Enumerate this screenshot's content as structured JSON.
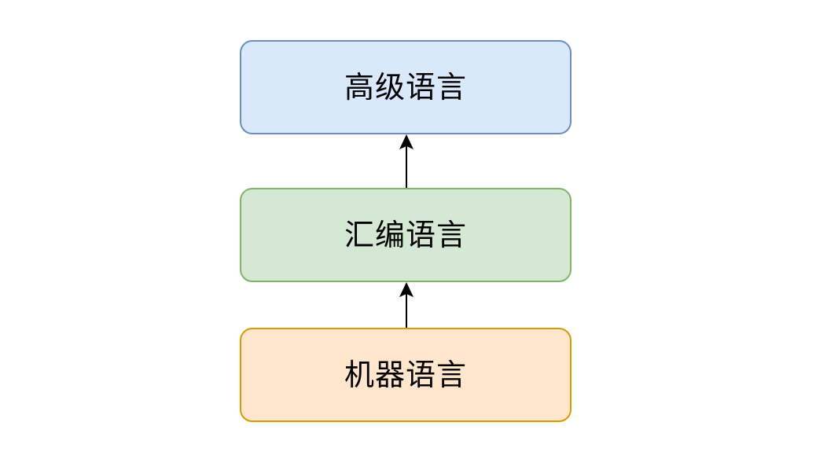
{
  "nodes": {
    "high": {
      "label": "高级语言",
      "fill": "#dae8fc",
      "stroke": "#6c8ebf"
    },
    "asm": {
      "label": "汇编语言",
      "fill": "#d5e8d4",
      "stroke": "#82b366"
    },
    "machine": {
      "label": "机器语言",
      "fill": "#ffe6cc",
      "stroke": "#d79b00"
    }
  },
  "edges": [
    {
      "from": "machine",
      "to": "asm"
    },
    {
      "from": "asm",
      "to": "high"
    }
  ],
  "colors": {
    "arrow": "#000000"
  }
}
